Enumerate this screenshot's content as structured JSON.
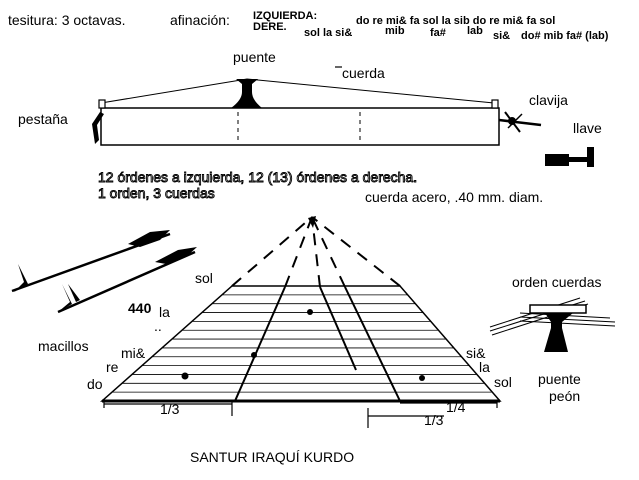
{
  "header": {
    "tesitura": "tesitura: 3 octavas.",
    "afinacion": "afinación:",
    "izquierda": "IZQUIERDA:",
    "derecha": "DERE.",
    "izq_notes_1": "sol la si&",
    "izq_notes_2": "mib",
    "izq_notes_3": "fa#",
    "izq_notes_4": "lab",
    "izq_notes_5": "si&",
    "izq_notes_6": "do# mib fa# (lab)",
    "der_notes": "do re mi& fa sol la sib do re mi& fa sol"
  },
  "side_view": {
    "puente": "puente",
    "cuerda": "cuerda",
    "clavija": "clavija",
    "pestana": "pestaña",
    "llave": "llave"
  },
  "specs": {
    "ordenes": "12 órdenes a izquierda, 12 (13) órdenes a derecha.",
    "orden": "1 orden, 3 cuerdas",
    "cuerda": "cuerda acero, .40 mm. diam."
  },
  "top_view": {
    "sol_left": "sol",
    "freq": "440",
    "la_left": "la",
    "dots": "..",
    "mi_left": "mi&",
    "re_left": "re",
    "do_left": "do",
    "si_right": "si&",
    "la_right": "la",
    "sol_right": "sol",
    "third_left": "1/3",
    "quarter_right": "1/4",
    "third_right": "1/3"
  },
  "macillos": "macillos",
  "orden_cuerdas": "orden cuerdas",
  "puente_peon": {
    "line1": "puente",
    "line2": "peón"
  },
  "title": "SANTUR IRAQUÍ KURDO"
}
